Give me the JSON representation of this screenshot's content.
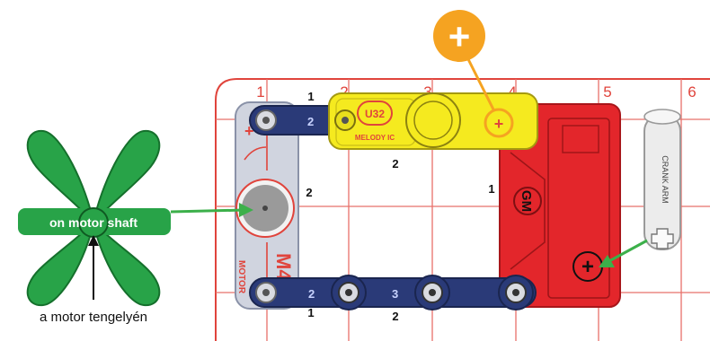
{
  "board": {
    "column_labels": [
      "1",
      "2",
      "3",
      "4",
      "5",
      "6"
    ],
    "colors": {
      "grid": "#e5534b",
      "border": "#e0443c"
    }
  },
  "parts": {
    "motor": {
      "label": "M4",
      "sub_label": "MOTOR",
      "plus": "+"
    },
    "melody": {
      "label": "U32",
      "sub_label": "MELODY IC",
      "plus": "+"
    },
    "gm": {
      "label": "GM",
      "plus": "+"
    },
    "crank": {
      "label": "CRANK ARM"
    },
    "wire_numbers": {
      "top_left": "1",
      "top_wire": "2",
      "melody_bottom": "2",
      "left_side": "2",
      "right_side": "1",
      "bottom_left": "1",
      "bottom_mid": "2",
      "bottom_wire_left": "2",
      "bottom_wire_mid": "3"
    }
  },
  "callouts": {
    "fan_text": "on motor shaft",
    "fan_caption": "a motor tengelyén",
    "plus_badge": "+"
  }
}
